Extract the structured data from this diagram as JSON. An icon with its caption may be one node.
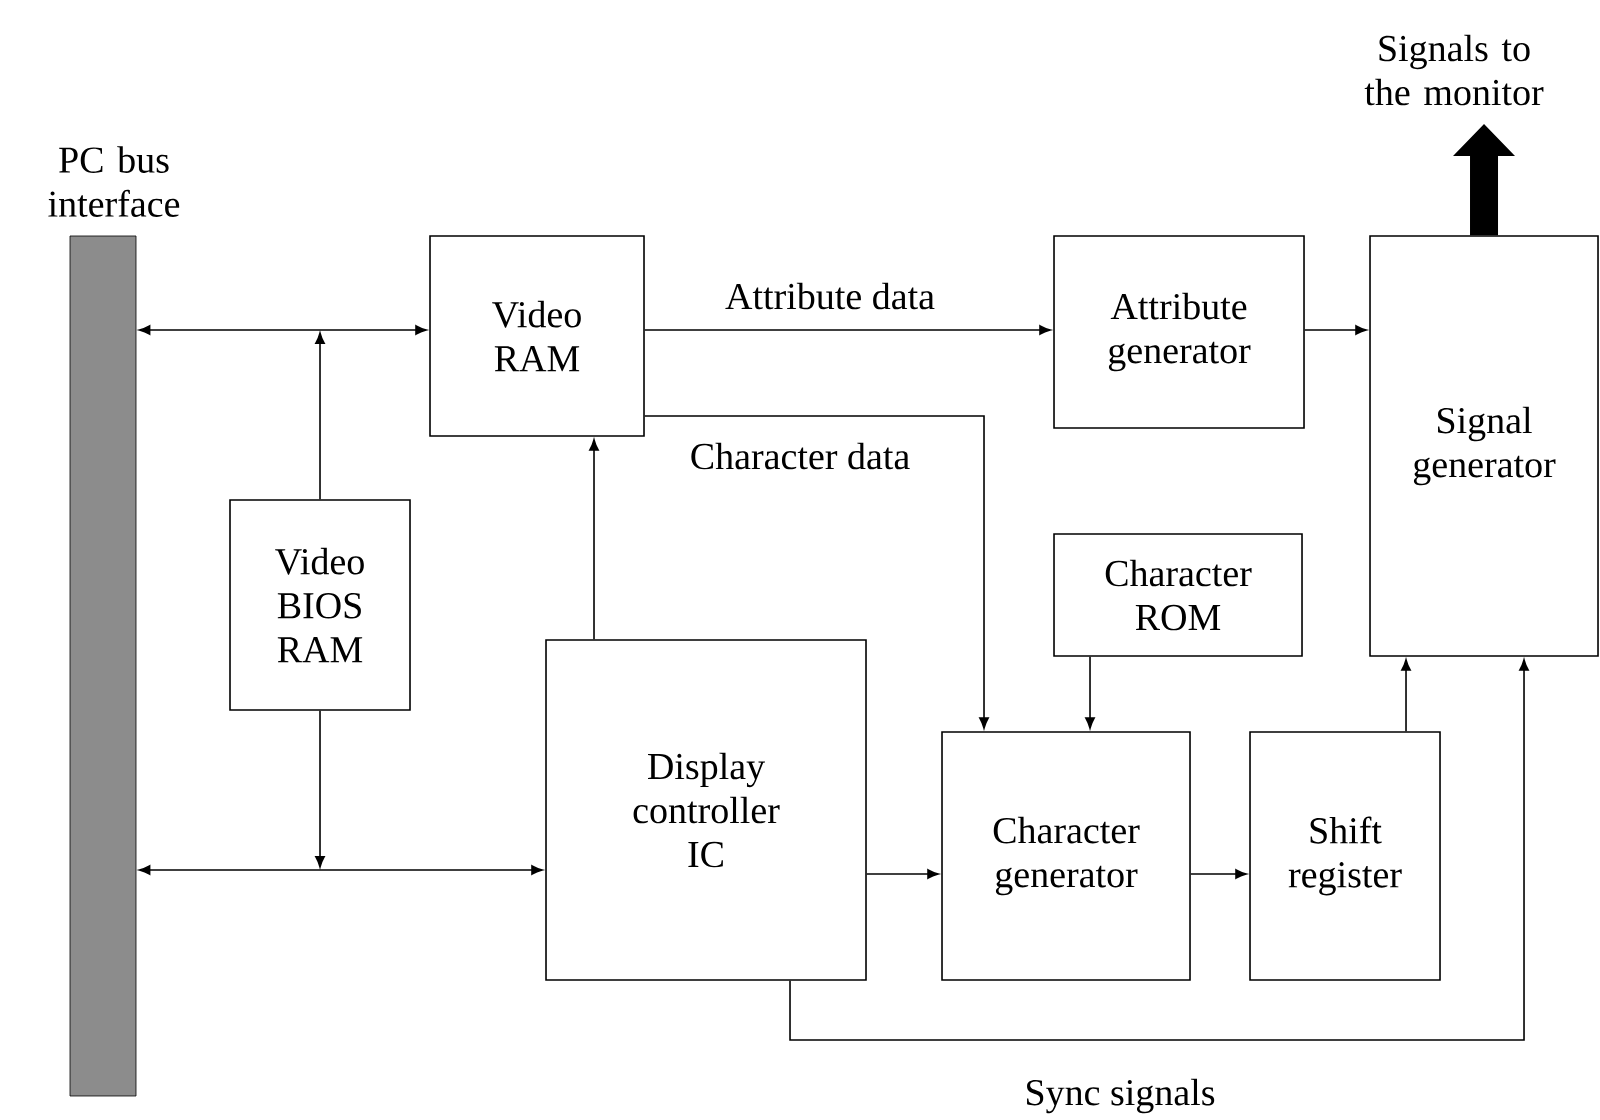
{
  "diagram": {
    "nodes": [
      {
        "text": [
          "PC bus interface"
        ]
      },
      {
        "text": [
          "Video RAM"
        ]
      },
      {
        "text": [
          "Video BIOS RAM"
        ]
      },
      {
        "text": [
          "Display controller IC"
        ]
      },
      {
        "text": [
          "Attribute generator"
        ]
      },
      {
        "text": [
          "Character ROM"
        ]
      },
      {
        "text": [
          "Character generator"
        ]
      },
      {
        "text": [
          "Shift register"
        ]
      },
      {
        "text": [
          "Signal generator"
        ]
      }
    ],
    "edges": [
      {
        "from": 0,
        "to": 1,
        "arrow": "both"
      },
      {
        "from": 2,
        "to": null,
        "arrow": "to"
      },
      {
        "from": 0,
        "to": 3,
        "arrow": "both"
      },
      {
        "from": 2,
        "to": null,
        "arrow": "to"
      },
      {
        "from": 3,
        "to": 1,
        "arrow": "to"
      },
      {
        "from": 1,
        "to": 4,
        "arrow": "to",
        "label": "Attribute data"
      },
      {
        "from": 4,
        "to": 8,
        "arrow": "to"
      },
      {
        "from": 1,
        "to": 6,
        "arrow": "to",
        "label": "Character data"
      },
      {
        "from": 5,
        "to": 6,
        "arrow": "to"
      },
      {
        "from": 3,
        "to": 6,
        "arrow": "to"
      },
      {
        "from": 6,
        "to": 7,
        "arrow": "to"
      },
      {
        "from": 7,
        "to": 8,
        "arrow": "to"
      },
      {
        "from": 3,
        "to": 8,
        "arrow": "to",
        "label": "Sync signals"
      },
      {
        "from": 8,
        "to": null,
        "arrow": "to",
        "style": "thick",
        "label": "Signals to the monitor"
      }
    ]
  }
}
